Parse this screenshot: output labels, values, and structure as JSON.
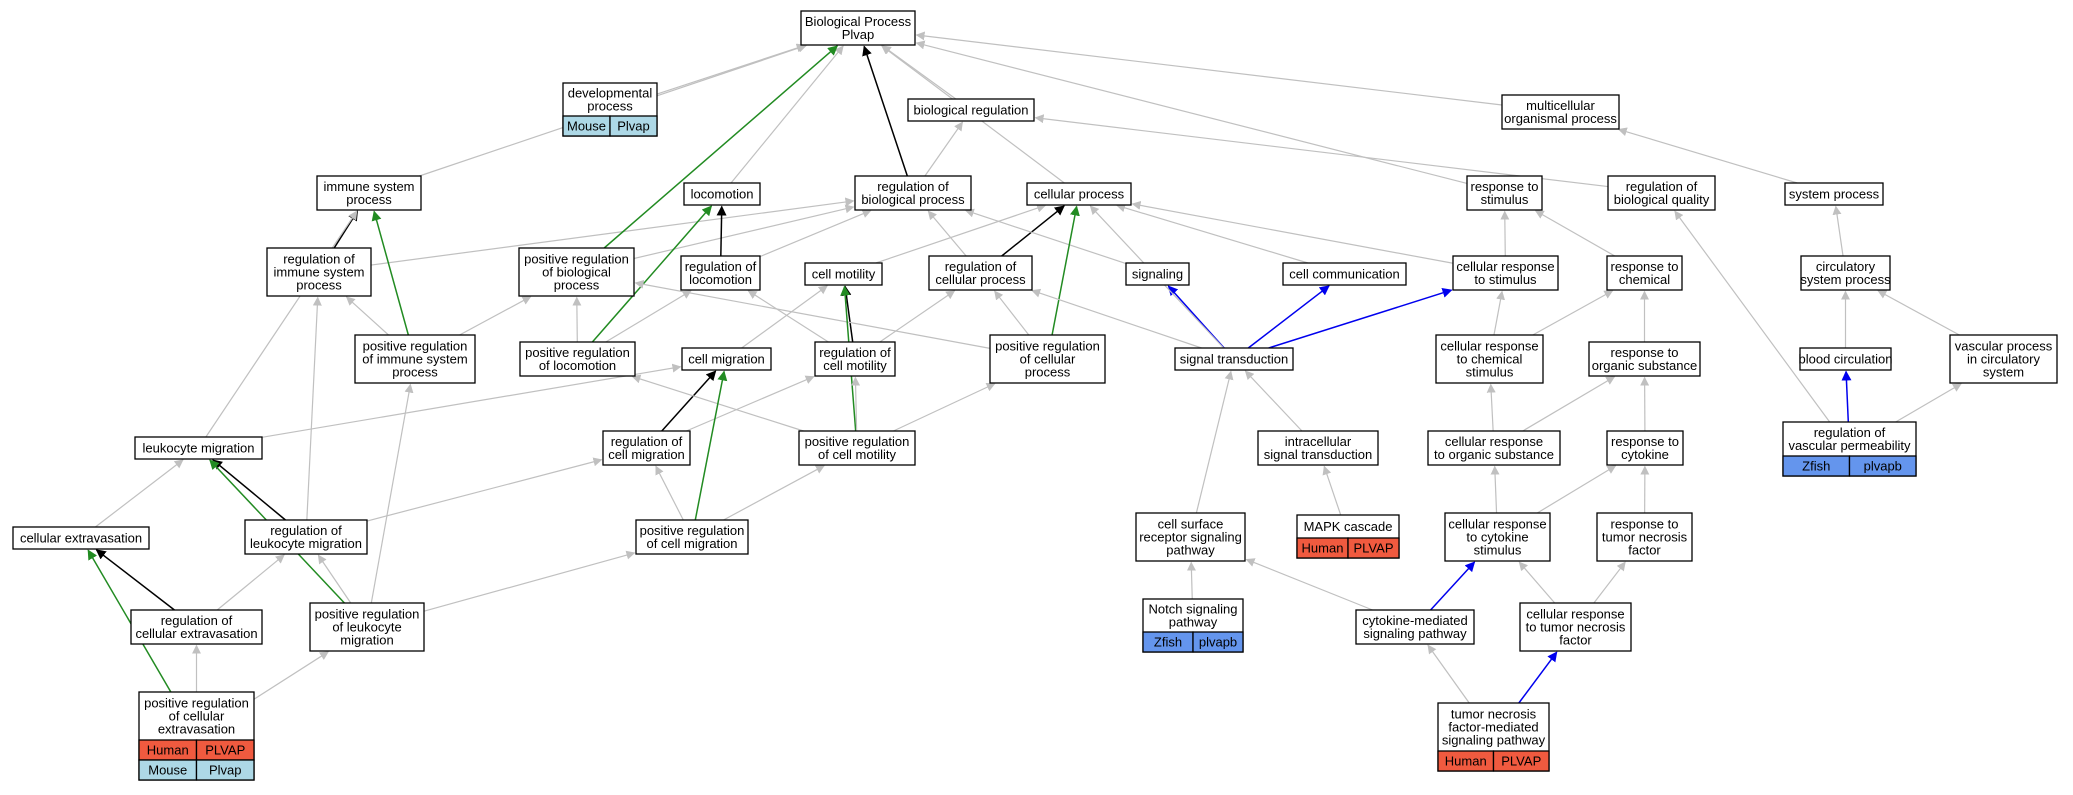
{
  "colors": {
    "edge_is_a": "#c0c0c0",
    "edge_part_of": "#000000",
    "edge_positively_regulates": "#228b22",
    "edge_regulates": "#0000ee",
    "tag_human": "#f05a3f",
    "tag_mouse": "#add8e6",
    "tag_zfish": "#6495ed"
  },
  "nodes": {
    "bp_root": {
      "lines": [
        "Biological Process",
        "Plvap"
      ]
    },
    "developmental": {
      "lines": [
        "developmental",
        "process"
      ],
      "tags": [
        [
          {
            "text": "Mouse",
            "kind": "mouse"
          },
          {
            "text": "Plvap",
            "kind": "mouse"
          }
        ]
      ]
    },
    "biological_regulation": {
      "lines": [
        "biological regulation"
      ]
    },
    "multicellular": {
      "lines": [
        "multicellular",
        "organismal process"
      ]
    },
    "immune_system_process": {
      "lines": [
        "immune system",
        "process"
      ]
    },
    "locomotion": {
      "lines": [
        "locomotion"
      ]
    },
    "reg_bio_process": {
      "lines": [
        "regulation of",
        "biological process"
      ]
    },
    "cellular_process": {
      "lines": [
        "cellular process"
      ]
    },
    "response_to_stimulus": {
      "lines": [
        "response to",
        "stimulus"
      ]
    },
    "reg_bio_quality": {
      "lines": [
        "regulation of",
        "biological quality"
      ]
    },
    "system_process": {
      "lines": [
        "system process"
      ]
    },
    "reg_immune_system": {
      "lines": [
        "regulation of",
        "immune system",
        "process"
      ]
    },
    "pos_reg_bio_process": {
      "lines": [
        "positive regulation",
        "of biological",
        "process"
      ]
    },
    "reg_locomotion": {
      "lines": [
        "regulation of",
        "locomotion"
      ]
    },
    "cell_motility": {
      "lines": [
        "cell motility"
      ]
    },
    "reg_cellular_process": {
      "lines": [
        "regulation of",
        "cellular process"
      ]
    },
    "signaling": {
      "lines": [
        "signaling"
      ]
    },
    "cell_communication": {
      "lines": [
        "cell communication"
      ]
    },
    "cellular_response_stimulus": {
      "lines": [
        "cellular response",
        "to stimulus"
      ]
    },
    "response_chemical": {
      "lines": [
        "response to",
        "chemical"
      ]
    },
    "circulatory_system": {
      "lines": [
        "circulatory",
        "system process"
      ]
    },
    "pos_reg_immune": {
      "lines": [
        "positive regulation",
        "of immune system",
        "process"
      ]
    },
    "pos_reg_locomotion": {
      "lines": [
        "positive regulation",
        "of locomotion"
      ]
    },
    "cell_migration": {
      "lines": [
        "cell migration"
      ]
    },
    "reg_cell_motility": {
      "lines": [
        "regulation of",
        "cell motility"
      ]
    },
    "pos_reg_cellular_process": {
      "lines": [
        "positive regulation",
        "of cellular",
        "process"
      ]
    },
    "signal_transduction": {
      "lines": [
        "signal transduction"
      ]
    },
    "cellular_response_chemical": {
      "lines": [
        "cellular response",
        "to chemical",
        "stimulus"
      ]
    },
    "response_organic": {
      "lines": [
        "response to",
        "organic substance"
      ]
    },
    "blood_circulation": {
      "lines": [
        "blood circulation"
      ]
    },
    "vascular_process": {
      "lines": [
        "vascular process",
        "in circulatory",
        "system"
      ]
    },
    "leukocyte_migration": {
      "lines": [
        "leukocyte migration"
      ]
    },
    "reg_cell_migration": {
      "lines": [
        "regulation of",
        "cell migration"
      ]
    },
    "pos_reg_cell_motility": {
      "lines": [
        "positive regulation",
        "of cell motility"
      ]
    },
    "intracellular_signal": {
      "lines": [
        "intracellular",
        "signal transduction"
      ]
    },
    "cellular_response_organic": {
      "lines": [
        "cellular response",
        "to organic substance"
      ]
    },
    "response_cytokine": {
      "lines": [
        "response to",
        "cytokine"
      ]
    },
    "reg_vascular_perm": {
      "lines": [
        "regulation of",
        "vascular permeability"
      ],
      "tags": [
        [
          {
            "text": "Zfish",
            "kind": "zfish"
          },
          {
            "text": "plvapb",
            "kind": "zfish"
          }
        ]
      ]
    },
    "cellular_extravasation": {
      "lines": [
        "cellular extravasation"
      ]
    },
    "reg_leukocyte_migration": {
      "lines": [
        "regulation of",
        "leukocyte migration"
      ]
    },
    "pos_reg_cell_migration": {
      "lines": [
        "positive regulation",
        "of cell migration"
      ]
    },
    "mapk_cascade": {
      "lines": [
        "MAPK cascade"
      ],
      "tags": [
        [
          {
            "text": "Human",
            "kind": "human"
          },
          {
            "text": "PLVAP",
            "kind": "human"
          }
        ]
      ]
    },
    "cellular_response_cytokine": {
      "lines": [
        "cellular response",
        "to cytokine",
        "stimulus"
      ]
    },
    "response_tnf": {
      "lines": [
        "response to",
        "tumor necrosis",
        "factor"
      ]
    },
    "cell_surface_receptor": {
      "lines": [
        "cell surface",
        "receptor signaling",
        "pathway"
      ]
    },
    "reg_cellular_extravasation": {
      "lines": [
        "regulation of",
        "cellular extravasation"
      ]
    },
    "pos_reg_leukocyte_migration": {
      "lines": [
        "positive regulation",
        "of leukocyte",
        "migration"
      ]
    },
    "notch_signaling": {
      "lines": [
        "Notch signaling",
        "pathway"
      ],
      "tags": [
        [
          {
            "text": "Zfish",
            "kind": "zfish"
          },
          {
            "text": "plvapb",
            "kind": "zfish"
          }
        ]
      ]
    },
    "cytokine_mediated": {
      "lines": [
        "cytokine-mediated",
        "signaling pathway"
      ]
    },
    "cellular_response_tnf": {
      "lines": [
        "cellular response",
        "to tumor necrosis",
        "factor"
      ]
    },
    "pos_reg_cellular_extravasation": {
      "lines": [
        "positive regulation",
        "of cellular",
        "extravasation"
      ],
      "tags": [
        [
          {
            "text": "Human",
            "kind": "human"
          },
          {
            "text": "PLVAP",
            "kind": "human"
          }
        ],
        [
          {
            "text": "Mouse",
            "kind": "mouse"
          },
          {
            "text": "Plvap",
            "kind": "mouse"
          }
        ]
      ]
    },
    "tnf_signaling": {
      "lines": [
        "tumor necrosis",
        "factor-mediated",
        "signaling pathway"
      ],
      "tags": [
        [
          {
            "text": "Human",
            "kind": "human"
          },
          {
            "text": "PLVAP",
            "kind": "human"
          }
        ]
      ]
    }
  },
  "edges": [
    {
      "from": "developmental",
      "to": "bp_root",
      "type": "is_a"
    },
    {
      "from": "biological_regulation",
      "to": "bp_root",
      "type": "is_a"
    },
    {
      "from": "multicellular",
      "to": "bp_root",
      "type": "is_a"
    },
    {
      "from": "immune_system_process",
      "to": "bp_root",
      "type": "is_a"
    },
    {
      "from": "locomotion",
      "to": "bp_root",
      "type": "is_a"
    },
    {
      "from": "reg_bio_process",
      "to": "bp_root",
      "type": "part_of"
    },
    {
      "from": "reg_bio_process",
      "to": "biological_regulation",
      "type": "is_a"
    },
    {
      "from": "cellular_process",
      "to": "bp_root",
      "type": "is_a"
    },
    {
      "from": "response_to_stimulus",
      "to": "bp_root",
      "type": "is_a"
    },
    {
      "from": "reg_bio_quality",
      "to": "biological_regulation",
      "type": "is_a"
    },
    {
      "from": "system_process",
      "to": "multicellular",
      "type": "is_a"
    },
    {
      "from": "reg_immune_system",
      "to": "immune_system_process",
      "type": "part_of"
    },
    {
      "from": "reg_immune_system",
      "to": "reg_bio_process",
      "type": "is_a"
    },
    {
      "from": "pos_reg_bio_process",
      "to": "bp_root",
      "type": "positively_regulates"
    },
    {
      "from": "pos_reg_bio_process",
      "to": "reg_bio_process",
      "type": "is_a"
    },
    {
      "from": "reg_locomotion",
      "to": "locomotion",
      "type": "part_of"
    },
    {
      "from": "reg_locomotion",
      "to": "reg_bio_process",
      "type": "is_a"
    },
    {
      "from": "cell_motility",
      "to": "cellular_process",
      "type": "is_a"
    },
    {
      "from": "reg_cellular_process",
      "to": "cellular_process",
      "type": "part_of"
    },
    {
      "from": "reg_cellular_process",
      "to": "reg_bio_process",
      "type": "is_a"
    },
    {
      "from": "signaling",
      "to": "reg_bio_process",
      "type": "is_a"
    },
    {
      "from": "cell_communication",
      "to": "cellular_process",
      "type": "is_a"
    },
    {
      "from": "cellular_response_stimulus",
      "to": "response_to_stimulus",
      "type": "is_a"
    },
    {
      "from": "cellular_response_stimulus",
      "to": "cellular_process",
      "type": "is_a"
    },
    {
      "from": "response_chemical",
      "to": "response_to_stimulus",
      "type": "is_a"
    },
    {
      "from": "circulatory_system",
      "to": "system_process",
      "type": "is_a"
    },
    {
      "from": "pos_reg_immune",
      "to": "immune_system_process",
      "type": "positively_regulates"
    },
    {
      "from": "pos_reg_immune",
      "to": "reg_immune_system",
      "type": "is_a"
    },
    {
      "from": "pos_reg_immune",
      "to": "pos_reg_bio_process",
      "type": "is_a"
    },
    {
      "from": "pos_reg_locomotion",
      "to": "locomotion",
      "type": "positively_regulates"
    },
    {
      "from": "pos_reg_locomotion",
      "to": "pos_reg_bio_process",
      "type": "is_a"
    },
    {
      "from": "pos_reg_locomotion",
      "to": "reg_locomotion",
      "type": "is_a"
    },
    {
      "from": "cell_migration",
      "to": "cell_motility",
      "type": "is_a"
    },
    {
      "from": "reg_cell_motility",
      "to": "cell_motility",
      "type": "part_of"
    },
    {
      "from": "reg_cell_motility",
      "to": "reg_locomotion",
      "type": "is_a"
    },
    {
      "from": "reg_cell_motility",
      "to": "reg_cellular_process",
      "type": "is_a"
    },
    {
      "from": "pos_reg_cellular_process",
      "to": "cellular_process",
      "type": "positively_regulates"
    },
    {
      "from": "pos_reg_cellular_process",
      "to": "reg_cellular_process",
      "type": "is_a"
    },
    {
      "from": "pos_reg_cellular_process",
      "to": "pos_reg_bio_process",
      "type": "is_a"
    },
    {
      "from": "signal_transduction",
      "to": "signaling",
      "type": "regulates"
    },
    {
      "from": "signal_transduction",
      "to": "cell_communication",
      "type": "regulates"
    },
    {
      "from": "signal_transduction",
      "to": "cellular_response_stimulus",
      "type": "regulates"
    },
    {
      "from": "signal_transduction",
      "to": "cellular_process",
      "type": "is_a"
    },
    {
      "from": "signal_transduction",
      "to": "reg_cellular_process",
      "type": "is_a"
    },
    {
      "from": "cellular_response_chemical",
      "to": "cellular_response_stimulus",
      "type": "is_a"
    },
    {
      "from": "cellular_response_chemical",
      "to": "response_chemical",
      "type": "is_a"
    },
    {
      "from": "response_organic",
      "to": "response_chemical",
      "type": "is_a"
    },
    {
      "from": "blood_circulation",
      "to": "circulatory_system",
      "type": "is_a"
    },
    {
      "from": "vascular_process",
      "to": "circulatory_system",
      "type": "is_a"
    },
    {
      "from": "leukocyte_migration",
      "to": "immune_system_process",
      "type": "is_a"
    },
    {
      "from": "leukocyte_migration",
      "to": "cell_migration",
      "type": "is_a"
    },
    {
      "from": "reg_cell_migration",
      "to": "cell_migration",
      "type": "part_of"
    },
    {
      "from": "reg_cell_migration",
      "to": "reg_cell_motility",
      "type": "is_a"
    },
    {
      "from": "pos_reg_cell_motility",
      "to": "cell_motility",
      "type": "positively_regulates"
    },
    {
      "from": "pos_reg_cell_motility",
      "to": "reg_cell_motility",
      "type": "is_a"
    },
    {
      "from": "pos_reg_cell_motility",
      "to": "pos_reg_cellular_process",
      "type": "is_a"
    },
    {
      "from": "pos_reg_cell_motility",
      "to": "pos_reg_locomotion",
      "type": "is_a"
    },
    {
      "from": "intracellular_signal",
      "to": "signal_transduction",
      "type": "is_a"
    },
    {
      "from": "cellular_response_organic",
      "to": "cellular_response_chemical",
      "type": "is_a"
    },
    {
      "from": "cellular_response_organic",
      "to": "response_organic",
      "type": "is_a"
    },
    {
      "from": "response_cytokine",
      "to": "response_organic",
      "type": "is_a"
    },
    {
      "from": "reg_vascular_perm",
      "to": "blood_circulation",
      "type": "regulates"
    },
    {
      "from": "reg_vascular_perm",
      "to": "reg_bio_quality",
      "type": "is_a"
    },
    {
      "from": "reg_vascular_perm",
      "to": "vascular_process",
      "type": "is_a"
    },
    {
      "from": "cellular_extravasation",
      "to": "leukocyte_migration",
      "type": "is_a"
    },
    {
      "from": "reg_leukocyte_migration",
      "to": "leukocyte_migration",
      "type": "part_of"
    },
    {
      "from": "reg_leukocyte_migration",
      "to": "reg_cell_migration",
      "type": "is_a"
    },
    {
      "from": "reg_leukocyte_migration",
      "to": "reg_immune_system",
      "type": "is_a"
    },
    {
      "from": "pos_reg_cell_migration",
      "to": "cell_migration",
      "type": "positively_regulates"
    },
    {
      "from": "pos_reg_cell_migration",
      "to": "reg_cell_migration",
      "type": "is_a"
    },
    {
      "from": "pos_reg_cell_migration",
      "to": "pos_reg_cell_motility",
      "type": "is_a"
    },
    {
      "from": "mapk_cascade",
      "to": "intracellular_signal",
      "type": "is_a"
    },
    {
      "from": "cellular_response_cytokine",
      "to": "cellular_response_organic",
      "type": "is_a"
    },
    {
      "from": "cellular_response_cytokine",
      "to": "response_cytokine",
      "type": "is_a"
    },
    {
      "from": "response_tnf",
      "to": "response_cytokine",
      "type": "is_a"
    },
    {
      "from": "cell_surface_receptor",
      "to": "signal_transduction",
      "type": "is_a"
    },
    {
      "from": "reg_cellular_extravasation",
      "to": "cellular_extravasation",
      "type": "part_of"
    },
    {
      "from": "reg_cellular_extravasation",
      "to": "reg_leukocyte_migration",
      "type": "is_a"
    },
    {
      "from": "pos_reg_leukocyte_migration",
      "to": "leukocyte_migration",
      "type": "positively_regulates"
    },
    {
      "from": "pos_reg_leukocyte_migration",
      "to": "reg_leukocyte_migration",
      "type": "is_a"
    },
    {
      "from": "pos_reg_leukocyte_migration",
      "to": "pos_reg_cell_migration",
      "type": "is_a"
    },
    {
      "from": "pos_reg_leukocyte_migration",
      "to": "pos_reg_immune",
      "type": "is_a"
    },
    {
      "from": "notch_signaling",
      "to": "cell_surface_receptor",
      "type": "is_a"
    },
    {
      "from": "cytokine_mediated",
      "to": "cellular_response_cytokine",
      "type": "regulates"
    },
    {
      "from": "cytokine_mediated",
      "to": "cell_surface_receptor",
      "type": "is_a"
    },
    {
      "from": "cellular_response_tnf",
      "to": "cellular_response_cytokine",
      "type": "is_a"
    },
    {
      "from": "cellular_response_tnf",
      "to": "response_tnf",
      "type": "is_a"
    },
    {
      "from": "pos_reg_cellular_extravasation",
      "to": "cellular_extravasation",
      "type": "positively_regulates"
    },
    {
      "from": "pos_reg_cellular_extravasation",
      "to": "reg_cellular_extravasation",
      "type": "is_a"
    },
    {
      "from": "pos_reg_cellular_extravasation",
      "to": "pos_reg_leukocyte_migration",
      "type": "is_a"
    },
    {
      "from": "tnf_signaling",
      "to": "cytokine_mediated",
      "type": "is_a"
    },
    {
      "from": "tnf_signaling",
      "to": "cellular_response_tnf",
      "type": "regulates"
    }
  ]
}
